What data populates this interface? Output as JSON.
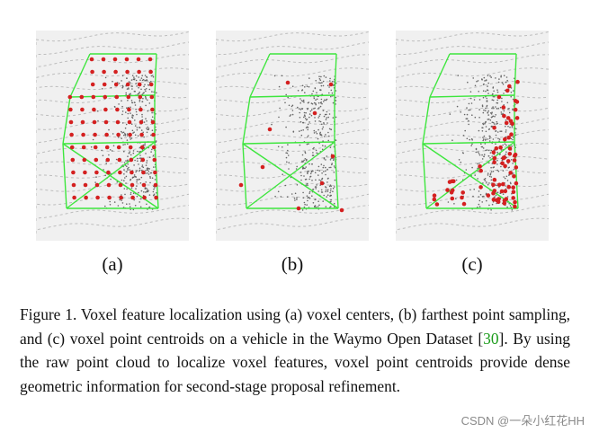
{
  "figure": {
    "panels": [
      {
        "id": "a",
        "label": "(a)",
        "method": "voxel centers"
      },
      {
        "id": "b",
        "label": "(b)",
        "method": "farthest point sampling"
      },
      {
        "id": "c",
        "label": "(c)",
        "method": "voxel point centroids"
      }
    ],
    "colors": {
      "box": "#3ee63e",
      "feature_point": "#d42020",
      "raw_point": "#666666",
      "panel_bg": "#f0f0f0",
      "scan_lines": "#bdbdbd"
    }
  },
  "caption": {
    "part1": "Figure 1. Voxel feature localization using (a) voxel centers, (b) farthest point sampling, and (c) voxel point centroids on a vehicle in the Waymo Open Dataset [",
    "citation": "30",
    "part2": "]. By using the raw point cloud to localize voxel features, voxel point centroids provide dense geometric information for second-stage proposal refinement."
  },
  "watermark": "CSDN @一朵小红花HH"
}
